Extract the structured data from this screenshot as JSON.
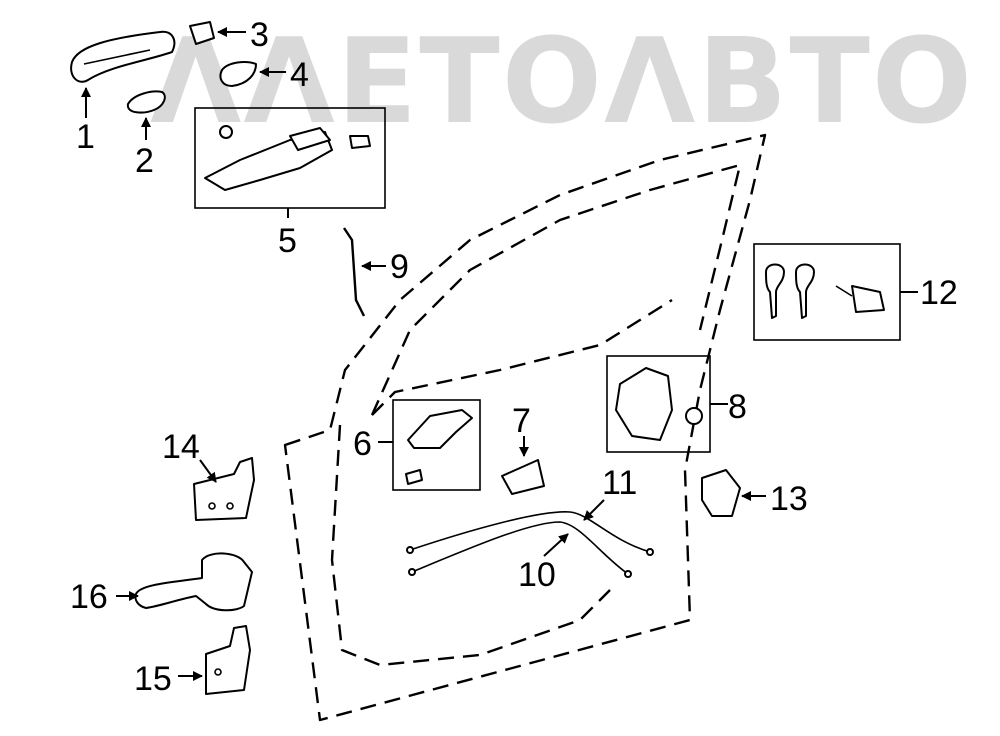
{
  "watermark": {
    "text": "ΛΛΕΤΟΛΒΤΟ"
  },
  "callouts": {
    "c1": "1",
    "c2": "2",
    "c3": "3",
    "c4": "4",
    "c5": "5",
    "c6": "6",
    "c7": "7",
    "c8": "8",
    "c9": "9",
    "c10": "10",
    "c11": "11",
    "c12": "12",
    "c13": "13",
    "c14": "14",
    "c15": "15",
    "c16": "16"
  },
  "colors": {
    "line": "#000000",
    "watermark": "#d9d9d9",
    "background": "#ffffff"
  }
}
